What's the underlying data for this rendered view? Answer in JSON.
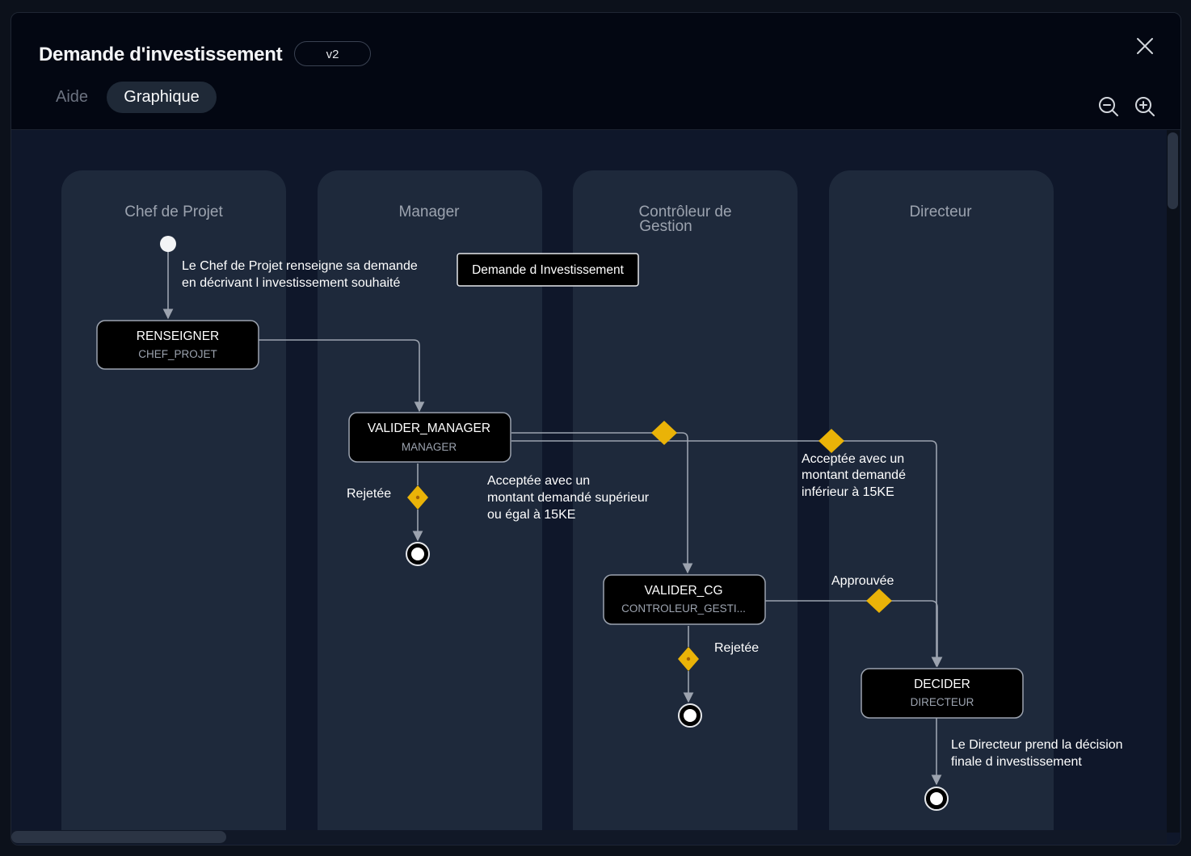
{
  "header": {
    "title": "Demande d'investissement",
    "version": "v2"
  },
  "tabs": [
    {
      "label": "Aide",
      "active": false
    },
    {
      "label": "Graphique",
      "active": true
    }
  ],
  "icons": {
    "close": "close-icon",
    "zoom_out": "zoom-out-icon",
    "zoom_in": "zoom-in-icon"
  },
  "colors": {
    "background": "#030712",
    "lane": "#1e293b",
    "decision": "#eab308",
    "edge": "#9ca3af"
  },
  "lanes": [
    {
      "title_lines": [
        "Chef de Projet"
      ]
    },
    {
      "title_lines": [
        "Manager"
      ]
    },
    {
      "title_lines": [
        "Contrôleur de",
        "Gestion"
      ]
    },
    {
      "title_lines": [
        "Directeur"
      ]
    }
  ],
  "artifact": "Demande d Investissement",
  "nodes": {
    "renseigner": {
      "title": "RENSEIGNER",
      "role": "CHEF_PROJET"
    },
    "valider_manager": {
      "title": "VALIDER_MANAGER",
      "role": "MANAGER"
    },
    "valider_cg": {
      "title": "VALIDER_CG",
      "role": "CONTROLEUR_GESTI..."
    },
    "decider": {
      "title": "DECIDER",
      "role": "DIRECTEUR"
    }
  },
  "notes": {
    "start": [
      "Le Chef de Projet renseigne sa demande",
      "en décrivant l investissement souhaité"
    ],
    "manager_rejected": "Rejetée",
    "accepted_high": [
      "Acceptée avec un",
      "montant demandé supérieur",
      "ou égal à 15KE"
    ],
    "accepted_low": [
      "Acceptée avec un",
      "montant demandé",
      "inférieur à 15KE"
    ],
    "approved": "Approuvée",
    "cg_rejected": "Rejetée",
    "final": [
      "Le Directeur prend la décision",
      "finale d investissement"
    ]
  }
}
